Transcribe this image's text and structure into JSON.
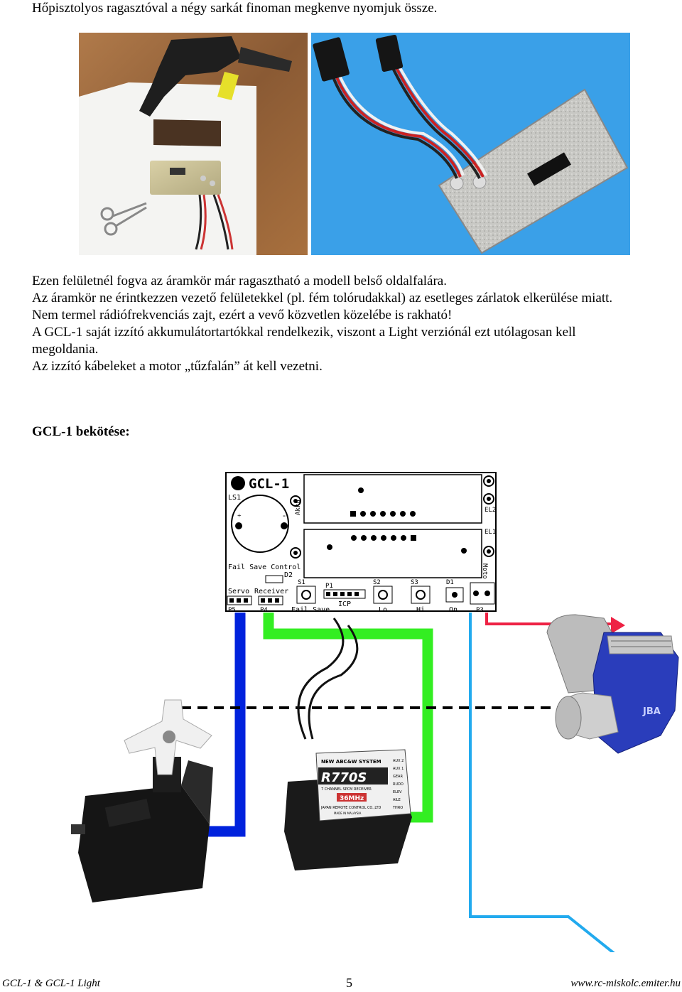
{
  "caption_top": "Hőpisztolyos ragasztóval a négy sarkát finoman megkenve nyomjuk össze.",
  "paragraph": [
    "Ezen felületnél fogva az áramkör már ragasztható a modell belső oldalfalára.",
    "Az áramkör ne érintkezzen vezető felületekkel (pl. fém tolórudakkal) az esetleges zárlatok elkerülése miatt.",
    "Nem termel rádiófrekvenciás zajt, ezért a vevő közvetlen közelébe is rakható!",
    "A GCL-1 saját izzító akkumulátortartókkal rendelkezik, viszont a Light verziónál ezt utólagosan kell",
    "megoldania.",
    "Az izzító kábeleket a motor „tűzfalán” át kell vezetni."
  ],
  "section_heading": "GCL-1 bekötése:",
  "board": {
    "title": "GCL-1",
    "ls1": "LS1",
    "fail_save_control": "Fail Save Control",
    "d2": "D2",
    "servo": "Servo",
    "receiver": "Receiver",
    "p5": "P5",
    "p4": "P4",
    "s1": "S1",
    "p1": "P1",
    "icp": "ICP",
    "fail_save": "Fail Save",
    "s2": "S2",
    "lo": "Lo",
    "s3": "S3",
    "hi": "Hi",
    "d1": "D1",
    "on": "On",
    "p3": "P3",
    "akku": "Akku",
    "el2": "EL2",
    "el1": "EL1",
    "moto": "Moto",
    "plus": "+",
    "minus": "-"
  },
  "receiver_label": {
    "top": "NEW ABC&W SYSTEM",
    "model": "R770S",
    "sub": "7 CHANNEL SPCM RECEIVER",
    "freq": "36MHz",
    "maker": "JAPAN REMOTE CONTROL CO.,LTD",
    "made": "MADE IN MALAYSIA",
    "channels": [
      "AUX 2",
      "AUX 1",
      "GEAR",
      "RUDD",
      "ELEV",
      "AILE",
      "THRO"
    ]
  },
  "engine_label": "JBA",
  "wire_colors": {
    "servo": "#0022dd",
    "receiver": "#33ee22",
    "glow": "#ee2244",
    "return": "#22aaee"
  },
  "footer": {
    "left": "GCL-1 & GCL-1 Light",
    "page": "5",
    "right": "www.rc-miskolc.emiter.hu"
  }
}
